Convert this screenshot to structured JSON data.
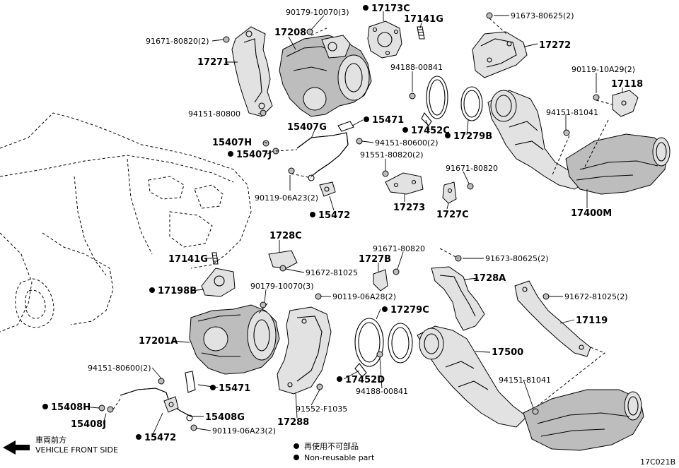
{
  "diagram": {
    "code": "17C021B",
    "vehicle_front": {
      "jp": "車両前方",
      "en": "VEHICLE FRONT SIDE"
    },
    "legend": {
      "jp": "再使用不可部品",
      "en": "Non-reusable part"
    },
    "labels": [
      {
        "id": "l01",
        "text": "90179-10070(3)",
        "mark": false
      },
      {
        "id": "l02",
        "text": "17173C",
        "mark": true
      },
      {
        "id": "l03",
        "text": "17141G",
        "mark": false
      },
      {
        "id": "l04",
        "text": "91673-80625(2)",
        "mark": false
      },
      {
        "id": "l05",
        "text": "91671-80820(2)",
        "mark": false
      },
      {
        "id": "l06",
        "text": "17208",
        "mark": false
      },
      {
        "id": "l07",
        "text": "17272",
        "mark": false
      },
      {
        "id": "l08",
        "text": "17271",
        "mark": false
      },
      {
        "id": "l09",
        "text": "94188-00841",
        "mark": false
      },
      {
        "id": "l10",
        "text": "90119-10A29(2)",
        "mark": false
      },
      {
        "id": "l11",
        "text": "17118",
        "mark": false
      },
      {
        "id": "l12",
        "text": "94151-80800",
        "mark": false
      },
      {
        "id": "l13",
        "text": "15471",
        "mark": true
      },
      {
        "id": "l14",
        "text": "94151-81041",
        "mark": false
      },
      {
        "id": "l15",
        "text": "15407G",
        "mark": false
      },
      {
        "id": "l16",
        "text": "17452C",
        "mark": true
      },
      {
        "id": "l17",
        "text": "17279B",
        "mark": true
      },
      {
        "id": "l18",
        "text": "15407H",
        "mark": false
      },
      {
        "id": "l19",
        "text": "94151-80600(2)",
        "mark": false
      },
      {
        "id": "l20",
        "text": "15407J",
        "mark": true
      },
      {
        "id": "l21",
        "text": "91551-80820(2)",
        "mark": false
      },
      {
        "id": "l22",
        "text": "91671-80820",
        "mark": false
      },
      {
        "id": "l23",
        "text": "90119-06A23(2)",
        "mark": false
      },
      {
        "id": "l24",
        "text": "17273",
        "mark": false
      },
      {
        "id": "l25",
        "text": "15472",
        "mark": true
      },
      {
        "id": "l26",
        "text": "1727C",
        "mark": false
      },
      {
        "id": "l27",
        "text": "17400M",
        "mark": false
      },
      {
        "id": "l28",
        "text": "1728C",
        "mark": false
      },
      {
        "id": "l29",
        "text": "91671-80820",
        "mark": false
      },
      {
        "id": "l30",
        "text": "91673-80625(2)",
        "mark": false
      },
      {
        "id": "l31",
        "text": "17141G",
        "mark": false
      },
      {
        "id": "l32",
        "text": "91672-81025",
        "mark": false
      },
      {
        "id": "l33",
        "text": "1727B",
        "mark": false
      },
      {
        "id": "l34",
        "text": "1728A",
        "mark": false
      },
      {
        "id": "l35",
        "text": "17198B",
        "mark": true
      },
      {
        "id": "l36",
        "text": "90179-10070(3)",
        "mark": false
      },
      {
        "id": "l37",
        "text": "90119-06A28(2)",
        "mark": false
      },
      {
        "id": "l38",
        "text": "91672-81025(2)",
        "mark": false
      },
      {
        "id": "l39",
        "text": "17279C",
        "mark": true
      },
      {
        "id": "l40",
        "text": "17119",
        "mark": false
      },
      {
        "id": "l41",
        "text": "17201A",
        "mark": false
      },
      {
        "id": "l42",
        "text": "17500",
        "mark": false
      },
      {
        "id": "l43",
        "text": "94151-80600(2)",
        "mark": false
      },
      {
        "id": "l44",
        "text": "15471",
        "mark": true
      },
      {
        "id": "l45",
        "text": "17452D",
        "mark": true
      },
      {
        "id": "l46",
        "text": "94188-00841",
        "mark": false
      },
      {
        "id": "l47",
        "text": "94151-81041",
        "mark": false
      },
      {
        "id": "l48",
        "text": "15408H",
        "mark": true
      },
      {
        "id": "l49",
        "text": "15408G",
        "mark": false
      },
      {
        "id": "l50",
        "text": "91552-F1035",
        "mark": false
      },
      {
        "id": "l51",
        "text": "15408J",
        "mark": false
      },
      {
        "id": "l52",
        "text": "17288",
        "mark": false
      },
      {
        "id": "l53",
        "text": "15472",
        "mark": true
      },
      {
        "id": "l54",
        "text": "90119-06A23(2)",
        "mark": false
      }
    ]
  }
}
